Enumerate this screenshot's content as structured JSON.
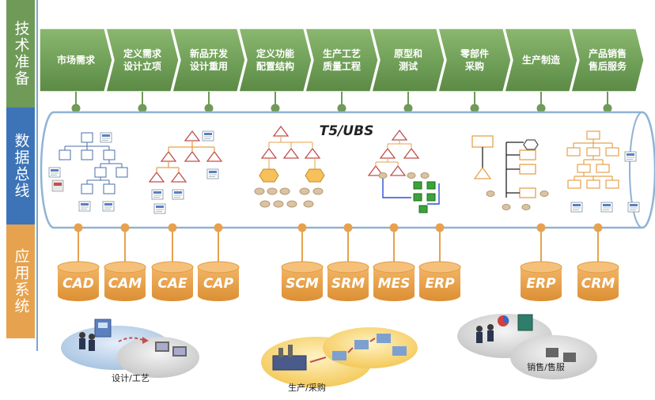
{
  "bands": {
    "tech": "技术准备",
    "data": "数据总线",
    "app": "应用系统"
  },
  "steps": [
    {
      "line1": "市场需求",
      "line2": ""
    },
    {
      "line1": "定义需求",
      "line2": "设计立项"
    },
    {
      "line1": "新品开发",
      "line2": "设计重用"
    },
    {
      "line1": "定义功能",
      "line2": "配置结构"
    },
    {
      "line1": "生产工艺",
      "line2": "质量工程"
    },
    {
      "line1": "原型和",
      "line2": "测试"
    },
    {
      "line1": "零部件",
      "line2": "采购"
    },
    {
      "line1": "生产制造",
      "line2": ""
    },
    {
      "line1": "产品销售",
      "line2": "售后服务"
    }
  ],
  "bus_title": "T5/UBS",
  "systems": [
    "CAD",
    "CAM",
    "CAE",
    "CAP",
    "SCM",
    "SRM",
    "MES",
    "ERP",
    "ERP",
    "CRM"
  ],
  "scenes": [
    "设计/工艺",
    "生产/采购",
    "销售/售服"
  ],
  "colors": {
    "green": "#6f9a58",
    "blue": "#3d74b8",
    "orange": "#e6a24e",
    "red": "#c0504d"
  }
}
